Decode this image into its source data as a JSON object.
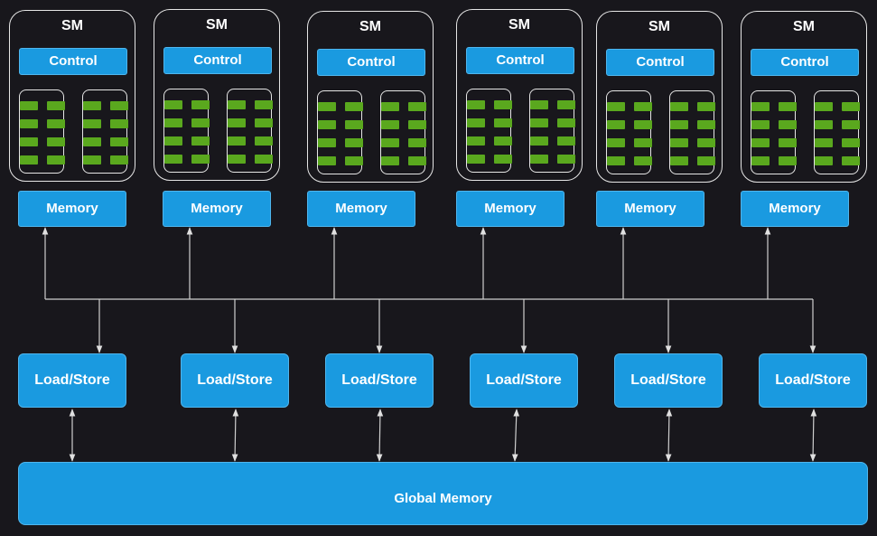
{
  "sm_units": [
    {
      "title": "SM",
      "control": "Control",
      "memory": "Memory"
    },
    {
      "title": "SM",
      "control": "Control",
      "memory": "Memory"
    },
    {
      "title": "SM",
      "control": "Control",
      "memory": "Memory"
    },
    {
      "title": "SM",
      "control": "Control",
      "memory": "Memory"
    },
    {
      "title": "SM",
      "control": "Control",
      "memory": "Memory"
    },
    {
      "title": "SM",
      "control": "Control",
      "memory": "Memory"
    }
  ],
  "load_store": [
    "Load/Store",
    "Load/Store",
    "Load/Store",
    "Load/Store",
    "Load/Store",
    "Load/Store"
  ],
  "global_memory": "Global Memory",
  "colors": {
    "background": "#18171c",
    "block_fill": "#1a9ae0",
    "block_border": "#4fb6ee",
    "core_fill": "#5aa81e",
    "outline": "#e6e6e6",
    "arrow": "#cfcfcf"
  }
}
